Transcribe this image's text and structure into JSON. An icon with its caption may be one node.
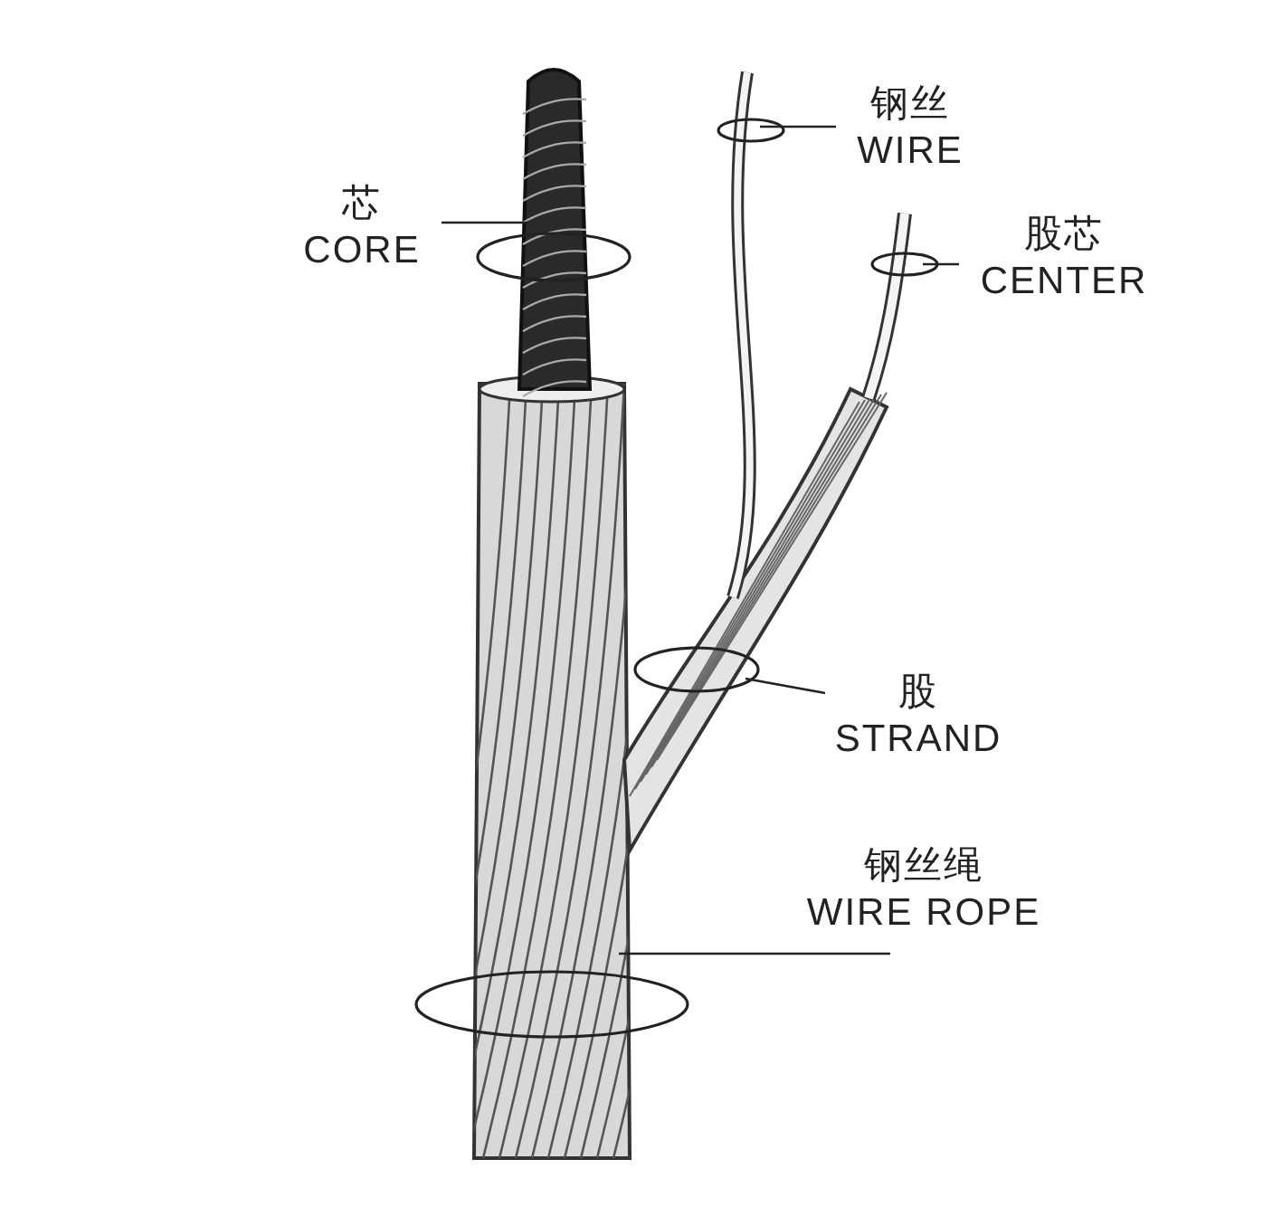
{
  "diagram": {
    "nodes": [
      {
        "text": [
          "芯",
          "CORE"
        ]
      },
      {
        "text": [
          "钢丝",
          "WIRE"
        ]
      },
      {
        "text": [
          "股芯",
          "CENTER"
        ]
      },
      {
        "text": [
          "股",
          "STRAND"
        ]
      },
      {
        "text": [
          "钢丝绳",
          "WIRE ROPE"
        ]
      }
    ],
    "edges": [
      {
        "from": 0,
        "to": null,
        "arrow": "none"
      },
      {
        "from": 1,
        "to": null,
        "arrow": "none"
      },
      {
        "from": 2,
        "to": null,
        "arrow": "none"
      },
      {
        "from": 3,
        "to": null,
        "arrow": "none"
      },
      {
        "from": 4,
        "to": null,
        "arrow": "none"
      }
    ]
  }
}
